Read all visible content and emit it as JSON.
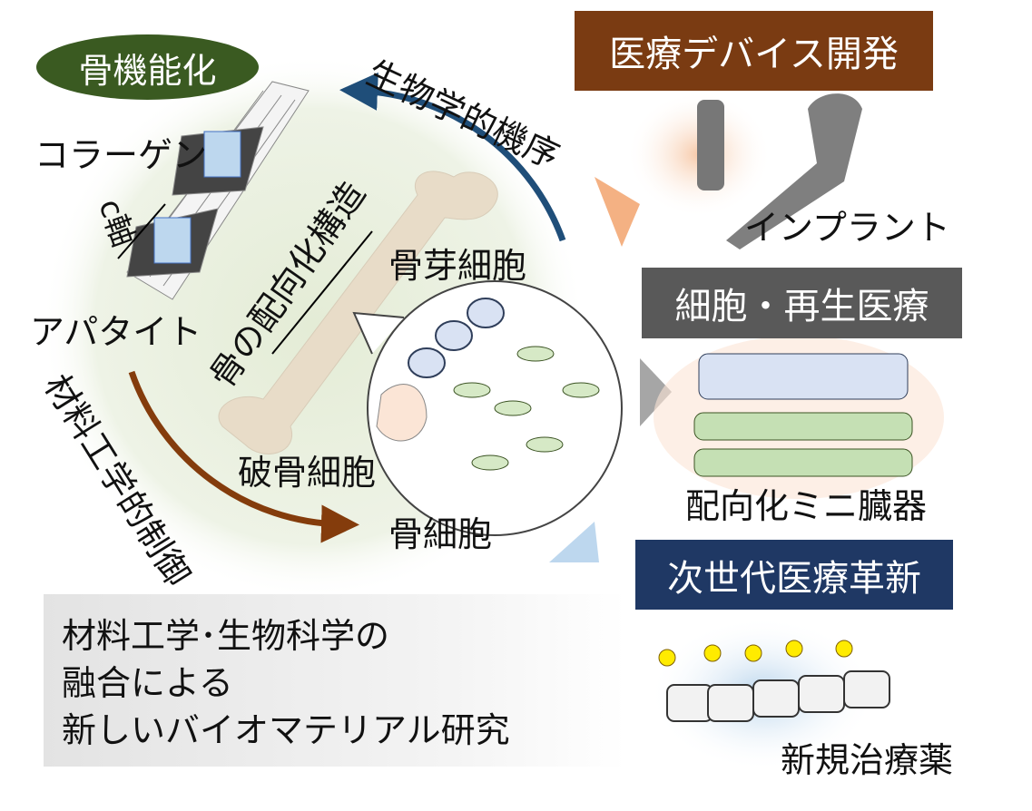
{
  "center": {
    "bone_function": "骨機能化",
    "biological_mechanism": "生物学的機序",
    "materials_control": "材料工学的制御",
    "collagen": "コラーゲン",
    "c_axis": "c軸",
    "apatite": "アパタイト",
    "bone_orientation": "骨の配向化構造",
    "osteoblast": "骨芽細胞",
    "osteoclast": "破骨細胞",
    "osteocyte": "骨細胞"
  },
  "right": {
    "devices": {
      "title": "医療デバイス開発",
      "caption": "インプラント",
      "color": "#7a3b12"
    },
    "regen": {
      "title": "細胞・再生医療",
      "caption": "配向化ミニ臓器",
      "color": "#595959"
    },
    "next": {
      "title": "次世代医療革新",
      "caption": "新規治療薬",
      "color": "#1f3864"
    }
  },
  "summary": {
    "line1": "材料工学･生物科学の",
    "line2": "融合による",
    "line3": "新しいバイオマテリアル研究"
  }
}
